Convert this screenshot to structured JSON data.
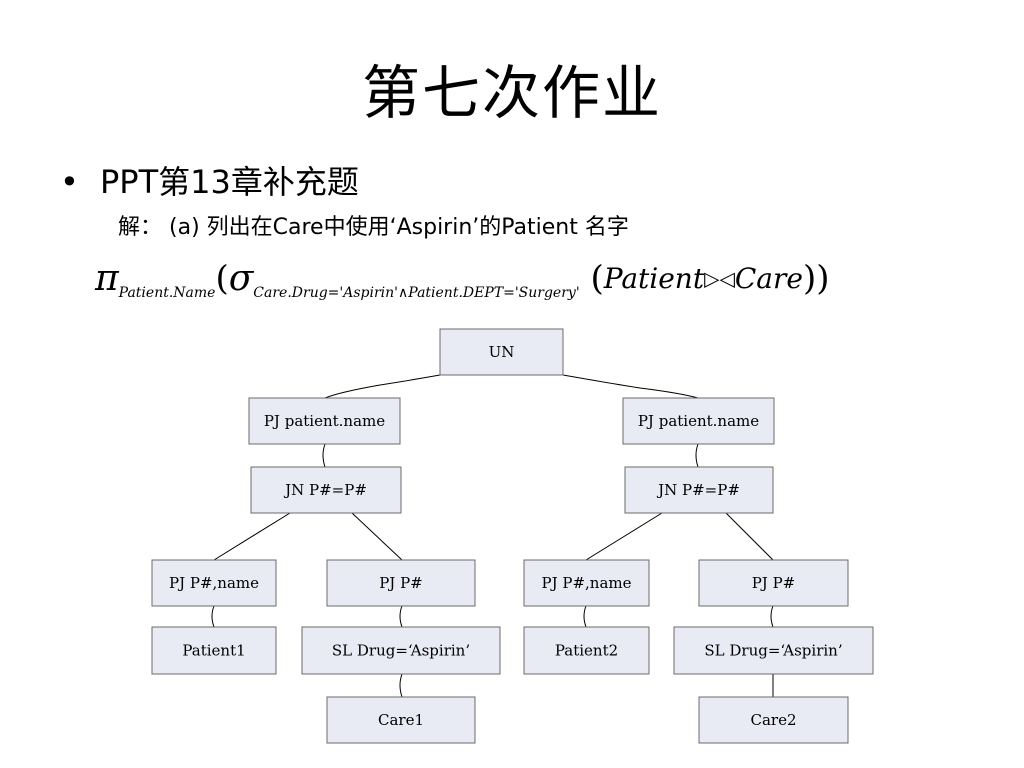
{
  "slide": {
    "title": "第七次作业",
    "bullet": "PPT第13章补充题",
    "answer": {
      "prefix": "解：",
      "label": "(a) 列出在Care中使用‘Aspirin’的Patient 名字"
    },
    "formula": {
      "projection": "π",
      "projection_sub": "Patient.Name",
      "selection": "σ",
      "selection_sub": "Care.Drug='Aspirin'∧Patient.DEPT='Surgery'",
      "left_relation": "Patient",
      "join_symbol": "▷◁",
      "right_relation": "Care"
    }
  },
  "tree": {
    "nodes": {
      "un": "UN",
      "pj_left": "PJ patient.name",
      "pj_right": "PJ patient.name",
      "jn_left": "JN P#=P#",
      "jn_right": "JN P#=P#",
      "pj_pname_left": "PJ P#,name",
      "pj_p_left": "PJ P#",
      "pj_pname_right": "PJ P#,name",
      "pj_p_right": "PJ P#",
      "patient1": "Patient1",
      "sl_left": "SL Drug=‘Aspirin’",
      "patient2": "Patient2",
      "sl_right": "SL Drug=‘Aspirin’",
      "care1": "Care1",
      "care2": "Care2"
    }
  }
}
